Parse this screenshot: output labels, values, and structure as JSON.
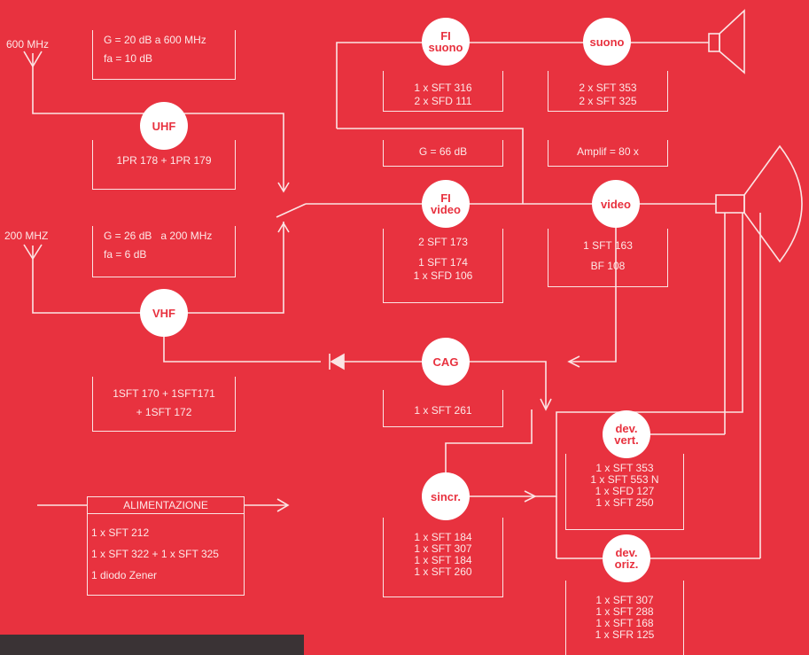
{
  "antennas": {
    "uhf_freq": "600 MHz",
    "vhf_freq": "200 MHZ"
  },
  "uhf_spec": {
    "line1": "G = 20 dB a 600 MHz",
    "line2": "fa = 10 dB"
  },
  "uhf_node": "UHF",
  "uhf_parts": "1PR 178 + 1PR 179",
  "vhf_spec": {
    "line1": "G = 26 dB",
    "line1b": "a 200 MHz",
    "line2": "fa = 6 dB"
  },
  "vhf_node": "VHF",
  "vhf_parts": {
    "line1": "1SFT 170 + 1SFT171",
    "line2": "+ 1SFT 172"
  },
  "fi_suono": {
    "label1": "FI",
    "label2": "suono"
  },
  "fi_suono_parts": {
    "line1": "1 x SFT 316",
    "line2": "2 x SFD 111"
  },
  "suono": {
    "label": "suono"
  },
  "suono_parts": {
    "line1": "2 x SFT 353",
    "line2": "2 x SFT 325"
  },
  "fi_video_gain": "G = 66 dB",
  "video_amp": "Amplif = 80 x",
  "fi_video": {
    "label1": "FI",
    "label2": "video"
  },
  "fi_video_parts": {
    "line1": "2 SFT 173",
    "line2": "1 SFT 174",
    "line3": "1 x SFD 106"
  },
  "video": {
    "label": "video"
  },
  "video_parts": {
    "line1": "1 SFT 163",
    "line2": "BF 108"
  },
  "cag": {
    "label": "CAG"
  },
  "cag_parts": "1 x SFT 261",
  "dev_vert": {
    "label1": "dev.",
    "label2": "vert."
  },
  "dev_vert_parts": [
    "1 x SFT 353",
    "1 x SFT 553 N",
    "1 x SFD 127",
    "1 x SFT 250"
  ],
  "sincr": {
    "label": "sincr."
  },
  "sincr_parts": [
    "1 x SFT 184",
    "1 x SFT 307",
    "1 x SFT 184",
    "1 x SFT 260"
  ],
  "dev_oriz": {
    "label1": "dev.",
    "label2": "oriz."
  },
  "dev_oriz_parts": [
    "1 x SFT 307",
    "1 x SFT 288",
    "1 x SFT 168",
    "1 x SFR 125"
  ],
  "alimentazione": {
    "title": "ALIMENTAZIONE",
    "line1": "1 x SFT 212",
    "line2": "1 x SFT 322 + 1 x SFT 325",
    "line3": "1 diodo Zener"
  },
  "colors": {
    "background": "#e8323f",
    "line": "#fbe4e4",
    "node": "#ffffff"
  }
}
